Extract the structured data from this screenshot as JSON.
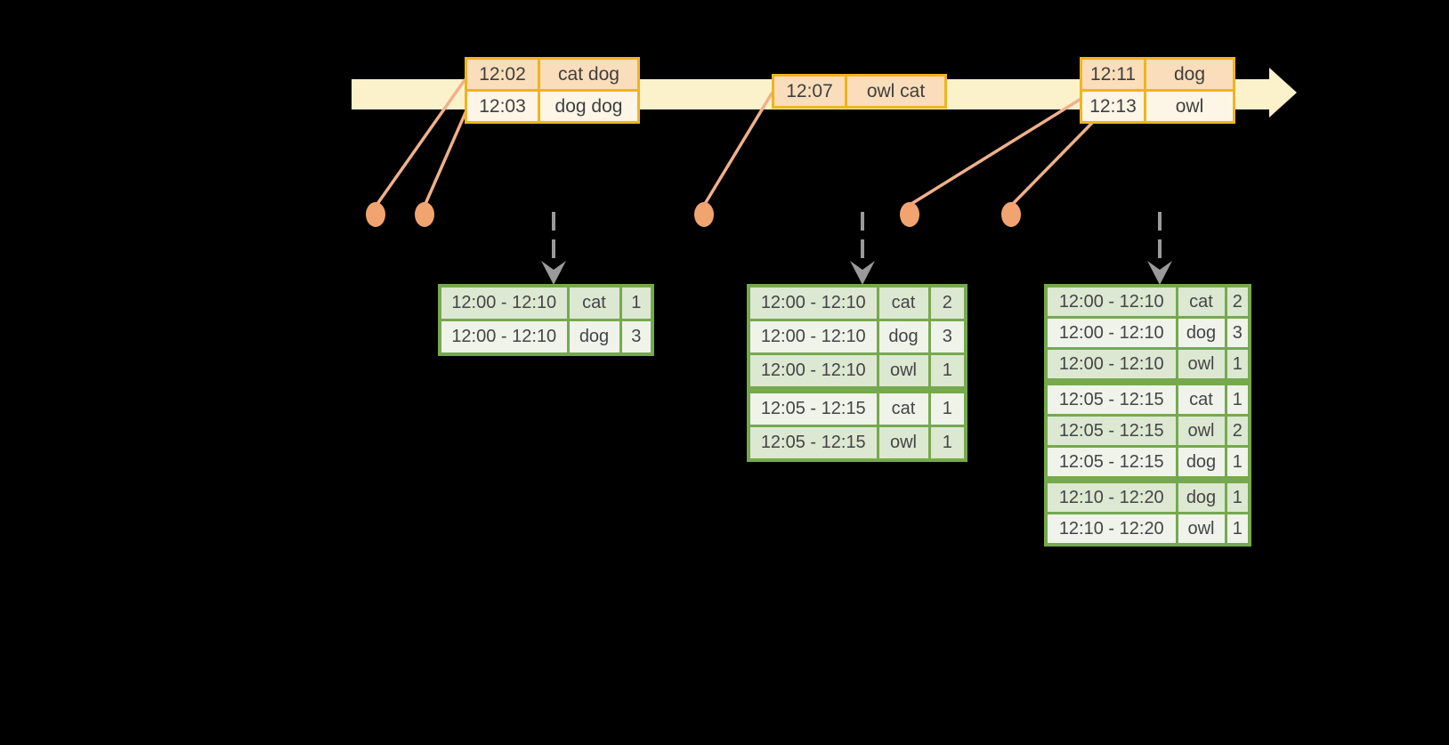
{
  "diagram": {
    "type": "streaming-windowed-aggregation-timeline",
    "background": "#000000"
  },
  "colors": {
    "timeline_fill": "#FBF2CC",
    "event_table_border": "#F0B41E",
    "event_row_dark": "#FADDBA",
    "event_row_light": "#FDF5E6",
    "connector_line": "#F0B08B",
    "event_dot": "#F1A470",
    "trigger_arrow": "#9A9A9A",
    "result_table_border": "#76A94E",
    "result_row_dark": "#DCE8D2",
    "result_row_light": "#EFF3EA",
    "text": "#3F3F3F"
  },
  "event_tables": [
    {
      "rows": [
        [
          "12:02",
          "cat dog"
        ],
        [
          "12:03",
          "dog dog"
        ]
      ]
    },
    {
      "rows": [
        [
          "12:07",
          "owl cat"
        ]
      ]
    },
    {
      "rows": [
        [
          "12:11",
          "dog"
        ],
        [
          "12:13",
          "owl"
        ]
      ]
    }
  ],
  "result_tables": [
    {
      "groups": [
        {
          "rows": [
            [
              "12:00 - 12:10",
              "cat",
              "1"
            ],
            [
              "12:00 - 12:10",
              "dog",
              "3"
            ]
          ]
        }
      ]
    },
    {
      "groups": [
        {
          "rows": [
            [
              "12:00 - 12:10",
              "cat",
              "2"
            ],
            [
              "12:00 - 12:10",
              "dog",
              "3"
            ],
            [
              "12:00 - 12:10",
              "owl",
              "1"
            ]
          ]
        },
        {
          "rows": [
            [
              "12:05 - 12:15",
              "cat",
              "1"
            ],
            [
              "12:05 - 12:15",
              "owl",
              "1"
            ]
          ]
        }
      ]
    },
    {
      "groups": [
        {
          "rows": [
            [
              "12:00 - 12:10",
              "cat",
              "2"
            ],
            [
              "12:00 - 12:10",
              "dog",
              "3"
            ],
            [
              "12:00 - 12:10",
              "owl",
              "1"
            ]
          ]
        },
        {
          "rows": [
            [
              "12:05 - 12:15",
              "cat",
              "1"
            ],
            [
              "12:05 - 12:15",
              "owl",
              "2"
            ],
            [
              "12:05 - 12:15",
              "dog",
              "1"
            ]
          ]
        },
        {
          "rows": [
            [
              "12:10 - 12:20",
              "dog",
              "1"
            ],
            [
              "12:10 - 12:20",
              "owl",
              "1"
            ]
          ]
        }
      ]
    }
  ]
}
